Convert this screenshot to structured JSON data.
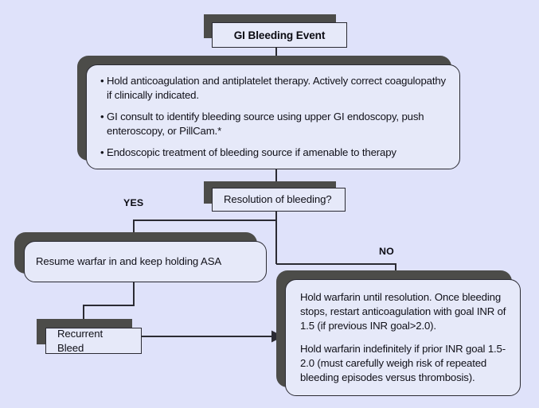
{
  "diagram": {
    "title": "GI Bleeding Event Management Flowchart",
    "background_color": "#dfe2fa",
    "node_fill_color": "#e6e9f9",
    "node_border_color": "#2b2b33",
    "shadow_color": "#4c4c49",
    "connector_color": "#2b2b33"
  },
  "nodes": {
    "start": {
      "name": "gi-bleeding-event",
      "label": "GI Bleeding Event"
    },
    "initial_management": {
      "name": "initial-management",
      "bullets": [
        "• Hold anticoagulation and antiplatelet therapy. Actively correct coagulopathy if clinically indicated.",
        "• GI consult to identify bleeding source using upper GI endoscopy, push enteroscopy, or PillCam.*",
        "• Endoscopic treatment of bleeding source if amenable to therapy"
      ]
    },
    "decision": {
      "name": "resolution-decision",
      "label": "Resolution of bleeding?"
    },
    "yes_branch": {
      "name": "resume-warfarin",
      "label": "Resume warfar in and keep holding ASA"
    },
    "recurrent": {
      "name": "recurrent-bleed",
      "label": "Recurrent Bleed"
    },
    "no_branch": {
      "name": "hold-warfarin",
      "paragraphs": [
        "Hold warfarin until resolution. Once bleeding stops, restart anticoagulation with goal INR of 1.5 (if previous INR goal>2.0).",
        "Hold warfarin indefinitely if prior INR goal 1.5-2.0 (must carefully weigh risk of repeated bleeding episodes versus thrombosis)."
      ]
    }
  },
  "branch_labels": {
    "yes": "YES",
    "no": "NO"
  }
}
